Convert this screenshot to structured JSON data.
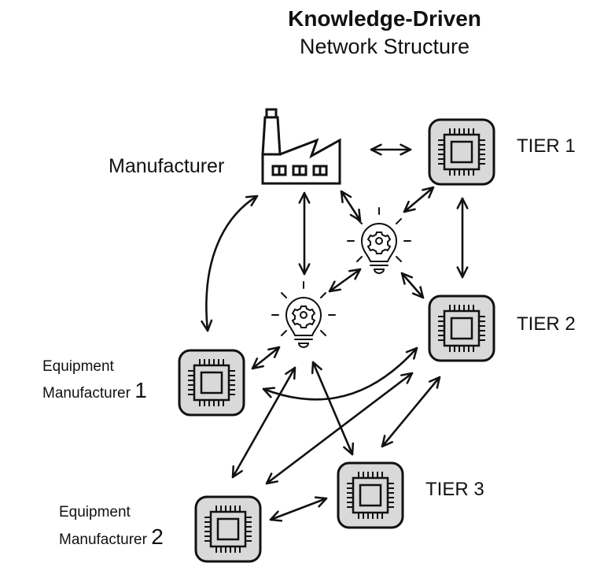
{
  "title": {
    "line1": "Knowledge-Driven",
    "line2": "Network Structure"
  },
  "nodes": {
    "manufacturer": {
      "label": "Manufacturer",
      "icon": "factory-icon"
    },
    "tier1": {
      "label": "TIER 1",
      "icon": "chip-icon"
    },
    "tier2": {
      "label": "TIER 2",
      "icon": "chip-icon"
    },
    "tier3": {
      "label": "TIER 3",
      "icon": "chip-icon"
    },
    "equip1": {
      "label_line1": "Equipment",
      "label_line2": "Manufacturer",
      "number": "1",
      "icon": "chip-icon"
    },
    "equip2": {
      "label_line1": "Equipment",
      "label_line2": "Manufacturer",
      "number": "2",
      "icon": "chip-icon"
    },
    "knowledge_hub_upper": {
      "icon": "lightbulb-gear-icon"
    },
    "knowledge_hub_lower": {
      "icon": "lightbulb-gear-icon"
    }
  },
  "connections": [
    {
      "from": "manufacturer",
      "to": "tier1",
      "type": "bidirectional"
    },
    {
      "from": "manufacturer",
      "to": "knowledge_hub_upper",
      "type": "bidirectional"
    },
    {
      "from": "manufacturer",
      "to": "knowledge_hub_lower",
      "type": "bidirectional"
    },
    {
      "from": "manufacturer",
      "to": "equip1",
      "type": "bidirectional-curved"
    },
    {
      "from": "tier1",
      "to": "knowledge_hub_upper",
      "type": "bidirectional"
    },
    {
      "from": "tier1",
      "to": "tier2",
      "type": "bidirectional"
    },
    {
      "from": "knowledge_hub_upper",
      "to": "knowledge_hub_lower",
      "type": "bidirectional"
    },
    {
      "from": "knowledge_hub_upper",
      "to": "tier2",
      "type": "bidirectional"
    },
    {
      "from": "knowledge_hub_lower",
      "to": "equip1",
      "type": "bidirectional"
    },
    {
      "from": "knowledge_hub_lower",
      "to": "equip2",
      "type": "bidirectional"
    },
    {
      "from": "knowledge_hub_lower",
      "to": "tier3",
      "type": "bidirectional"
    },
    {
      "from": "equip1",
      "to": "tier2",
      "type": "bidirectional-curved"
    },
    {
      "from": "equip2",
      "to": "tier2",
      "type": "bidirectional"
    },
    {
      "from": "tier3",
      "to": "tier2",
      "type": "bidirectional"
    },
    {
      "from": "equip2",
      "to": "tier3",
      "type": "bidirectional"
    }
  ],
  "colors": {
    "chip_fill": "#d9d9d9",
    "stroke": "#111111",
    "background": "#ffffff"
  }
}
